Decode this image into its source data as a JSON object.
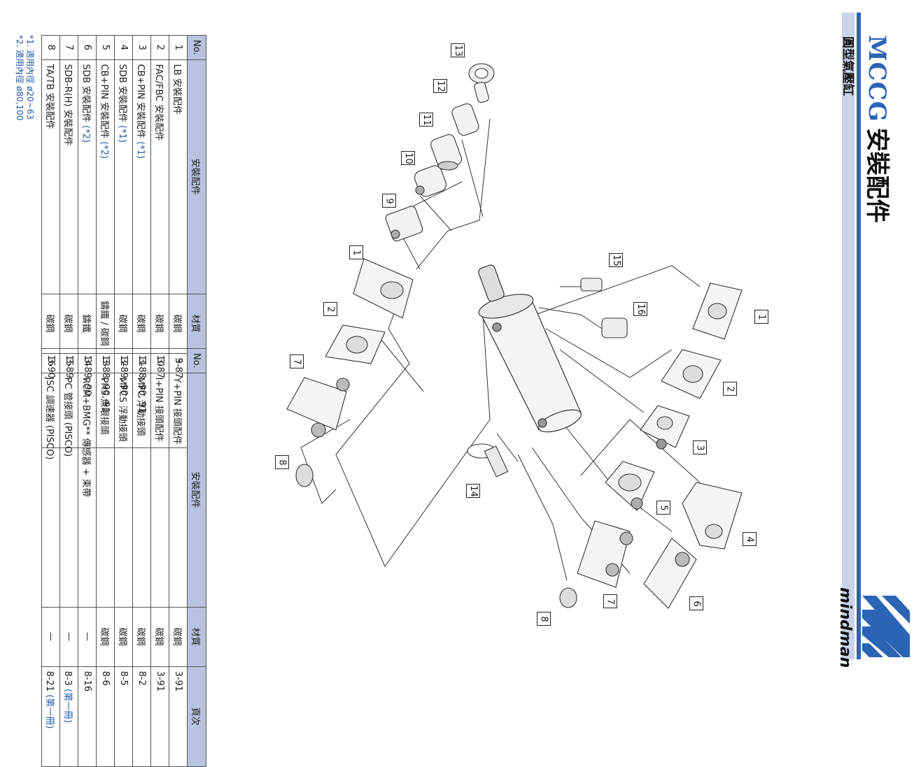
{
  "header": {
    "series": "MCCG",
    "title_zh": "安裝配件",
    "subtitle": "圓型氣壓缸",
    "brand": "mindman"
  },
  "table1": {
    "headers": [
      "No.",
      "安裝配件",
      "材質",
      "頁次"
    ],
    "rows": [
      {
        "no": "1",
        "name": "LB 安裝配件",
        "note": "",
        "material": "碳鋼",
        "page": "3-87"
      },
      {
        "no": "2",
        "name": "FAC/FBC 安裝配件",
        "note": "",
        "material": "碳鋼",
        "page": "3-87"
      },
      {
        "no": "3",
        "name": "CB+PIN 安裝配件 ",
        "note": "(*1)",
        "material": "碳鋼",
        "page": "3-88, 90, 91"
      },
      {
        "no": "4",
        "name": "SDB 安裝配件 ",
        "note": "(*1)",
        "material": "碳鋼",
        "page": "3-89, 90"
      },
      {
        "no": "5",
        "name": "CB+PIN 安裝配件 ",
        "note": "(*2)",
        "material": "鑄鐵 / 碳鋼",
        "page": "3-88, 90, 91"
      },
      {
        "no": "6",
        "name": "SDB 安裝配件 ",
        "note": "(*2)",
        "material": "鑄鐵",
        "page": "3-89, 90"
      },
      {
        "no": "7",
        "name": "SDB-R(H) 安裝配件",
        "note": "",
        "material": "碳鋼",
        "page": "3-89"
      },
      {
        "no": "8",
        "name": "TA/TB 安裝配件",
        "note": "",
        "material": "碳鋼",
        "page": "3-90"
      }
    ]
  },
  "table2": {
    "headers": [
      "No.",
      "安裝配件",
      "材質",
      "頁次"
    ],
    "rows": [
      {
        "no": "9",
        "name": "Y+PIN 接頭配件",
        "material": "碳鋼",
        "page": "3-91",
        "page_note": ""
      },
      {
        "no": "10",
        "name": "I+PIN 接頭配件",
        "material": "碳鋼",
        "page": "3-91",
        "page_note": ""
      },
      {
        "no": "11",
        "name": "MFC 浮動接頭",
        "material": "碳鋼",
        "page": "8-2",
        "page_note": ""
      },
      {
        "no": "12",
        "name": "MFCS 浮動接頭",
        "material": "碳鋼",
        "page": "8-5",
        "page_note": ""
      },
      {
        "no": "13",
        "name": "PHS 魚眼接頭",
        "material": "碳鋼",
        "page": "8-6",
        "page_note": ""
      },
      {
        "no": "14",
        "name": "RCM+BMG** 傳感器 + 束帶",
        "material": "—",
        "page": "8-16",
        "page_note": ""
      },
      {
        "no": "15",
        "name": "PC 管接頭 (PISCO)",
        "material": "—",
        "page": "8-3 ",
        "page_note": "(第一冊)"
      },
      {
        "no": "16",
        "name": "JSC 調速器 (PISCO)",
        "material": "—",
        "page": "8-21 ",
        "page_note": "(第一冊)"
      }
    ]
  },
  "notes": [
    "*1. 適用內徑 ø20~63",
    "*2. 適用內徑 ø80,100"
  ],
  "diagram": {
    "callouts": [
      "1",
      "2",
      "3",
      "4",
      "5",
      "6",
      "7",
      "8",
      "9",
      "10",
      "11",
      "12",
      "13",
      "14",
      "15",
      "16",
      "1",
      "2",
      "7",
      "8"
    ],
    "colors": {
      "accent": "#2b63b5",
      "header_fill": "#b7c3df",
      "note_blue": "#1f58a8"
    }
  }
}
